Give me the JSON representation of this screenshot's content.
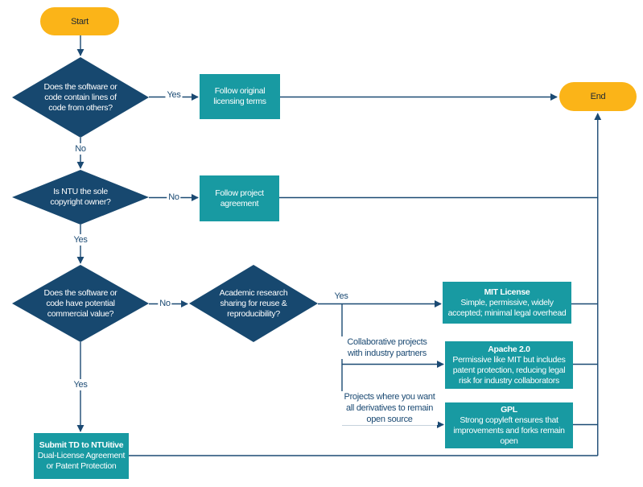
{
  "colors": {
    "decision": "#17486f",
    "process": "#189aa2",
    "terminal": "#fbb418",
    "line": "#1b4a73",
    "label-text": "#1b4a73",
    "node-text": "#ffffff",
    "terminal-text": "#1e2733"
  },
  "nodes": {
    "start": {
      "label": "Start"
    },
    "end": {
      "label": "End"
    },
    "d_code_from_others": {
      "label": "Does the software or code contain lines of code from others?"
    },
    "p_follow_original": {
      "label": "Follow original licensing terms"
    },
    "d_ntu_sole_owner": {
      "label": "Is NTU the sole copyright owner?"
    },
    "p_follow_project": {
      "label": "Follow project agreement"
    },
    "d_commercial_value": {
      "label": "Does the software or code have potential commercial value?"
    },
    "d_academic_sharing": {
      "label": "Academic research sharing for reuse & reproducibility?"
    },
    "p_mit": {
      "title": "MIT License",
      "desc": "Simple, permissive, widely accepted; minimal legal overhead"
    },
    "p_apache": {
      "title": "Apache 2.0",
      "desc": "Permissive like MIT but includes patent protection, reducing legal risk for industry collaborators"
    },
    "p_gpl": {
      "title": "GPL",
      "desc": "Strong copyleft ensures that improvements and forks remain open"
    },
    "p_submit": {
      "title": "Submit TD to NTUitive",
      "desc": "Dual-License Agreement or Patent Protection"
    }
  },
  "edge_labels": {
    "d1_yes": "Yes",
    "d1_no": "No",
    "d2_no": "No",
    "d2_yes": "Yes",
    "d3_no": "No",
    "d3_yes": "Yes",
    "d4_yes": "Yes",
    "collaborative": "Collaborative projects with industry partners",
    "open_source": "Projects where you want all derivatives to remain open source"
  }
}
